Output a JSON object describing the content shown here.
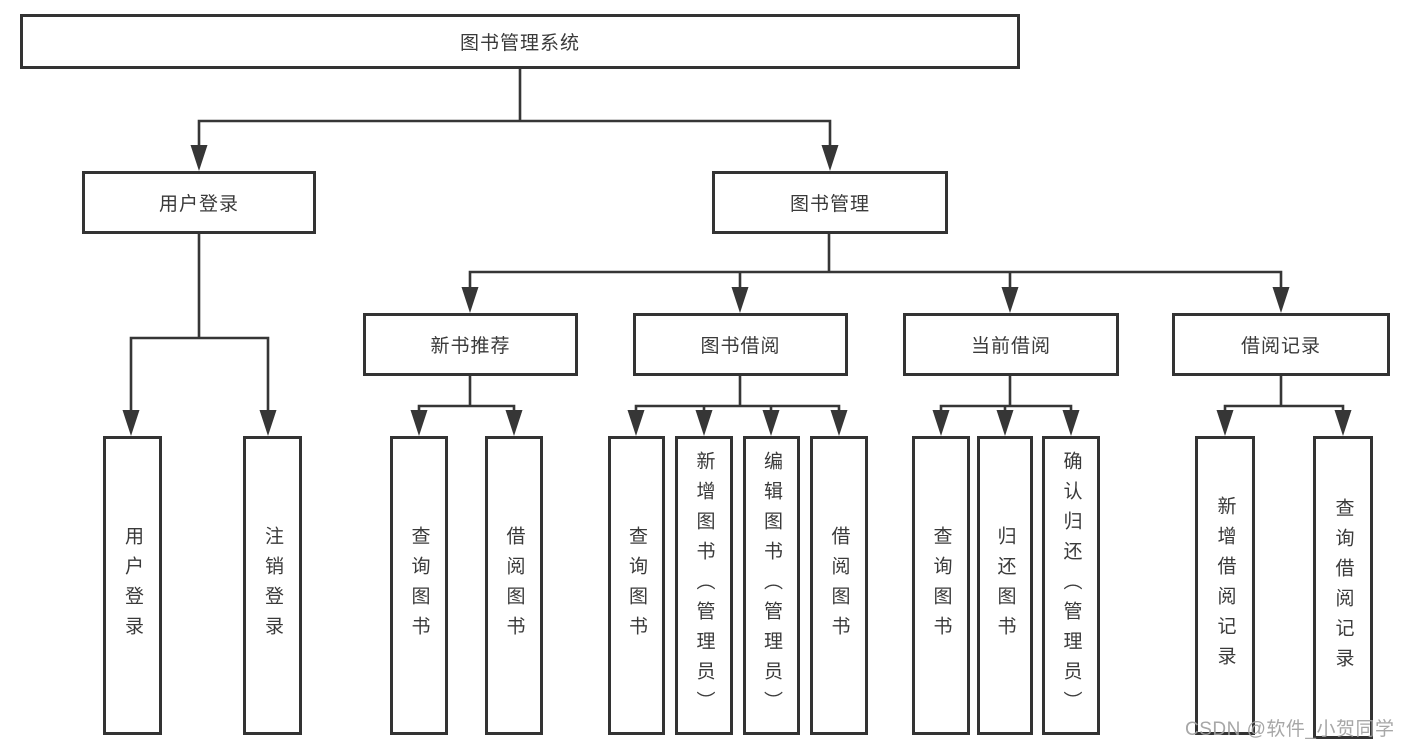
{
  "diagram_title": "图书管理系统",
  "tree": {
    "label": "图书管理系统",
    "children": [
      {
        "label": "用户登录",
        "children": [
          {
            "label": "用户登录"
          },
          {
            "label": "注销登录"
          }
        ]
      },
      {
        "label": "图书管理",
        "children": [
          {
            "label": "新书推荐",
            "children": [
              {
                "label": "查询图书"
              },
              {
                "label": "借阅图书"
              }
            ]
          },
          {
            "label": "图书借阅",
            "children": [
              {
                "label": "查询图书"
              },
              {
                "label": "新增图书（管理员）"
              },
              {
                "label": "编辑图书（管理员）"
              },
              {
                "label": "借阅图书"
              }
            ]
          },
          {
            "label": "当前借阅",
            "children": [
              {
                "label": "查询图书"
              },
              {
                "label": "归还图书"
              },
              {
                "label": "确认归还（管理员）"
              }
            ]
          },
          {
            "label": "借阅记录",
            "children": [
              {
                "label": "新增借阅记录"
              },
              {
                "label": "查询借阅记录"
              }
            ]
          }
        ]
      }
    ]
  },
  "watermark": "CSDN @软件_小贺同学",
  "colors": {
    "line": "#363636",
    "box_border": "#333333",
    "text": "#3a3a3a",
    "watermark": "#a0a0a0",
    "background": "#ffffff"
  }
}
